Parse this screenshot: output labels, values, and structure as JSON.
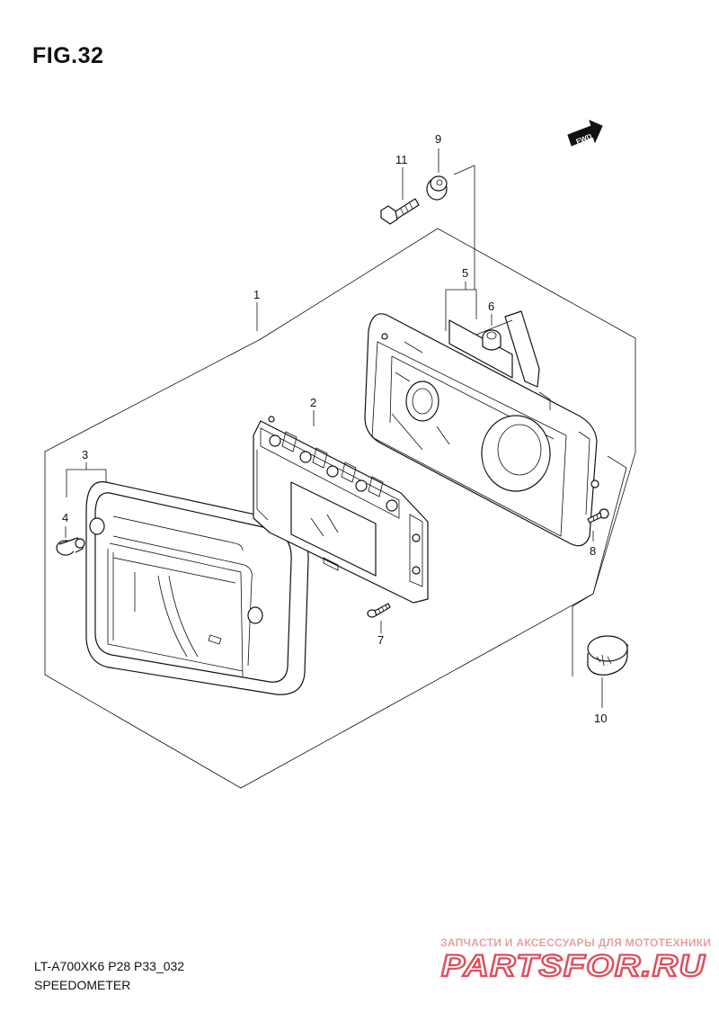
{
  "header": {
    "figure": "FIG.32"
  },
  "footer": {
    "model_code": "LT-A700XK6 P28 P33_032",
    "section_name": "SPEEDOMETER"
  },
  "direction_marker": {
    "label": "FWD"
  },
  "callouts": [
    {
      "id": "c1",
      "number": "1"
    },
    {
      "id": "c2",
      "number": "2"
    },
    {
      "id": "c3",
      "number": "3"
    },
    {
      "id": "c4",
      "number": "4"
    },
    {
      "id": "c5",
      "number": "5"
    },
    {
      "id": "c6",
      "number": "6"
    },
    {
      "id": "c7",
      "number": "7"
    },
    {
      "id": "c8",
      "number": "8"
    },
    {
      "id": "c9",
      "number": "9"
    },
    {
      "id": "c10",
      "number": "10"
    },
    {
      "id": "c11",
      "number": "11"
    }
  ],
  "watermark": {
    "tagline": "ЗАПЧАСТИ И АКСЕССУАРЫ ДЛЯ МОТОТЕХНИКИ",
    "logo_text": "PARTSFOR.RU",
    "color": "#e04d5c"
  }
}
